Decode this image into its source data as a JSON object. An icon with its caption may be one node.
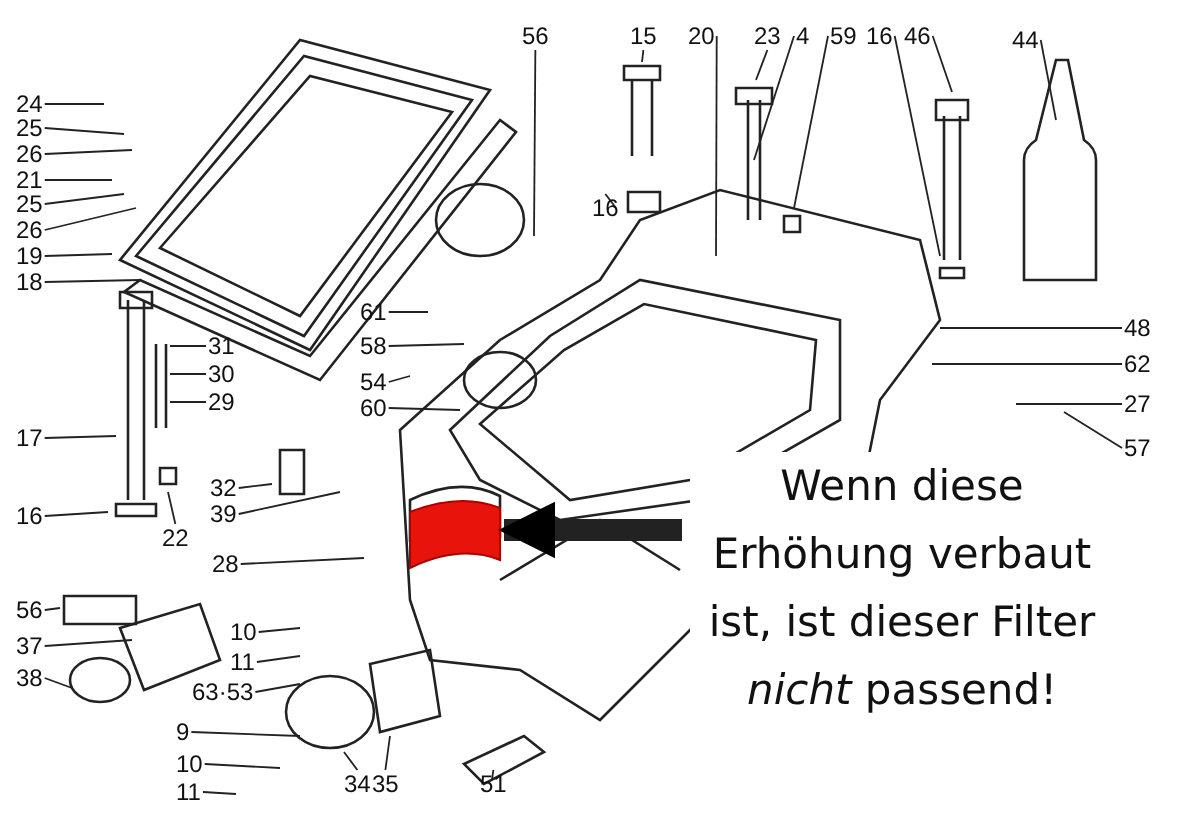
{
  "diagram": {
    "nodes": [
      {
        "text": [
          "24"
        ]
      },
      {
        "text": [
          "25"
        ]
      },
      {
        "text": [
          "26"
        ]
      },
      {
        "text": [
          "21"
        ]
      },
      {
        "text": [
          "25"
        ]
      },
      {
        "text": [
          "26"
        ]
      },
      {
        "text": [
          "19"
        ]
      },
      {
        "text": [
          "18"
        ]
      },
      {
        "text": [
          "56"
        ]
      },
      {
        "text": [
          "15"
        ]
      },
      {
        "text": [
          "20"
        ]
      },
      {
        "text": [
          "23"
        ]
      },
      {
        "text": [
          "4"
        ]
      },
      {
        "text": [
          "59"
        ]
      },
      {
        "text": [
          "16"
        ]
      },
      {
        "text": [
          "46"
        ]
      },
      {
        "text": [
          "44"
        ]
      },
      {
        "text": [
          "16"
        ]
      },
      {
        "text": [
          "61"
        ]
      },
      {
        "text": [
          "58"
        ]
      },
      {
        "text": [
          "54"
        ]
      },
      {
        "text": [
          "60"
        ]
      },
      {
        "text": [
          "48"
        ]
      },
      {
        "text": [
          "62"
        ]
      },
      {
        "text": [
          "27"
        ]
      },
      {
        "text": [
          "57"
        ]
      },
      {
        "text": [
          "31"
        ]
      },
      {
        "text": [
          "30"
        ]
      },
      {
        "text": [
          "29"
        ]
      },
      {
        "text": [
          "17"
        ]
      },
      {
        "text": [
          "32"
        ]
      },
      {
        "text": [
          "39"
        ]
      },
      {
        "text": [
          "16"
        ]
      },
      {
        "text": [
          "22"
        ]
      },
      {
        "text": [
          "28"
        ]
      },
      {
        "text": [
          "56"
        ]
      },
      {
        "text": [
          "37"
        ]
      },
      {
        "text": [
          "10"
        ]
      },
      {
        "text": [
          "38"
        ]
      },
      {
        "text": [
          "11"
        ]
      },
      {
        "text": [
          "63·53"
        ]
      },
      {
        "text": [
          "9"
        ]
      },
      {
        "text": [
          "10"
        ]
      },
      {
        "text": [
          "11"
        ]
      },
      {
        "text": [
          "34"
        ]
      },
      {
        "text": [
          "35"
        ]
      },
      {
        "text": [
          "51"
        ]
      },
      {
        "text": [
          "Wenn diese Erhöhung verbaut ist, ist dieser Filter *nicht* passend!"
        ]
      },
      {
        "text": [],
        "shape": "box"
      }
    ],
    "edges": [
      {
        "from": 0,
        "to": null,
        "arrow": "none"
      },
      {
        "from": 1,
        "to": null,
        "arrow": "none"
      },
      {
        "from": 2,
        "to": null,
        "arrow": "none"
      },
      {
        "from": 3,
        "to": null,
        "arrow": "none"
      },
      {
        "from": 4,
        "to": null,
        "arrow": "none"
      },
      {
        "from": 5,
        "to": null,
        "arrow": "none"
      },
      {
        "from": 6,
        "to": null,
        "arrow": "none"
      },
      {
        "from": 7,
        "to": null,
        "arrow": "none"
      },
      {
        "from": 8,
        "to": null,
        "arrow": "none"
      },
      {
        "from": 9,
        "to": null,
        "arrow": "none"
      },
      {
        "from": 10,
        "to": null,
        "arrow": "none"
      },
      {
        "from": 11,
        "to": null,
        "arrow": "none"
      },
      {
        "from": 12,
        "to": null,
        "arrow": "none"
      },
      {
        "from": 13,
        "to": null,
        "arrow": "none"
      },
      {
        "from": 14,
        "to": null,
        "arrow": "none"
      },
      {
        "from": 15,
        "to": null,
        "arrow": "none"
      },
      {
        "from": 16,
        "to": null,
        "arrow": "none"
      },
      {
        "from": 17,
        "to": null,
        "arrow": "none"
      },
      {
        "from": 18,
        "to": null,
        "arrow": "none"
      },
      {
        "from": 19,
        "to": null,
        "arrow": "none"
      },
      {
        "from": 20,
        "to": null,
        "arrow": "none"
      },
      {
        "from": 21,
        "to": null,
        "arrow": "none"
      },
      {
        "from": 22,
        "to": null,
        "arrow": "none"
      },
      {
        "from": 23,
        "to": null,
        "arrow": "none"
      },
      {
        "from": 24,
        "to": null,
        "arrow": "none"
      },
      {
        "from": 25,
        "to": null,
        "arrow": "none"
      },
      {
        "from": 26,
        "to": null,
        "arrow": "none"
      },
      {
        "from": 27,
        "to": null,
        "arrow": "none"
      },
      {
        "from": 28,
        "to": null,
        "arrow": "none"
      },
      {
        "from": 29,
        "to": null,
        "arrow": "none"
      },
      {
        "from": 30,
        "to": null,
        "arrow": "none"
      },
      {
        "from": 31,
        "to": null,
        "arrow": "none"
      },
      {
        "from": 32,
        "to": null,
        "arrow": "none"
      },
      {
        "from": 33,
        "to": null,
        "arrow": "none"
      },
      {
        "from": 34,
        "to": null,
        "arrow": "none"
      },
      {
        "from": 35,
        "to": null,
        "arrow": "none"
      },
      {
        "from": 36,
        "to": null,
        "arrow": "none"
      },
      {
        "from": 37,
        "to": null,
        "arrow": "none"
      },
      {
        "from": 38,
        "to": null,
        "arrow": "none"
      },
      {
        "from": 39,
        "to": null,
        "arrow": "none"
      },
      {
        "from": 40,
        "to": null,
        "arrow": "none"
      },
      {
        "from": 41,
        "to": null,
        "arrow": "none"
      },
      {
        "from": 42,
        "to": null,
        "arrow": "none"
      },
      {
        "from": 43,
        "to": null,
        "arrow": "none"
      },
      {
        "from": 44,
        "to": null,
        "arrow": "none"
      },
      {
        "from": 45,
        "to": null,
        "arrow": "none"
      },
      {
        "from": 46,
        "to": null,
        "arrow": "none"
      },
      {
        "from": 47,
        "to": 48,
        "arrow": "to",
        "style": "thick"
      }
    ]
  }
}
